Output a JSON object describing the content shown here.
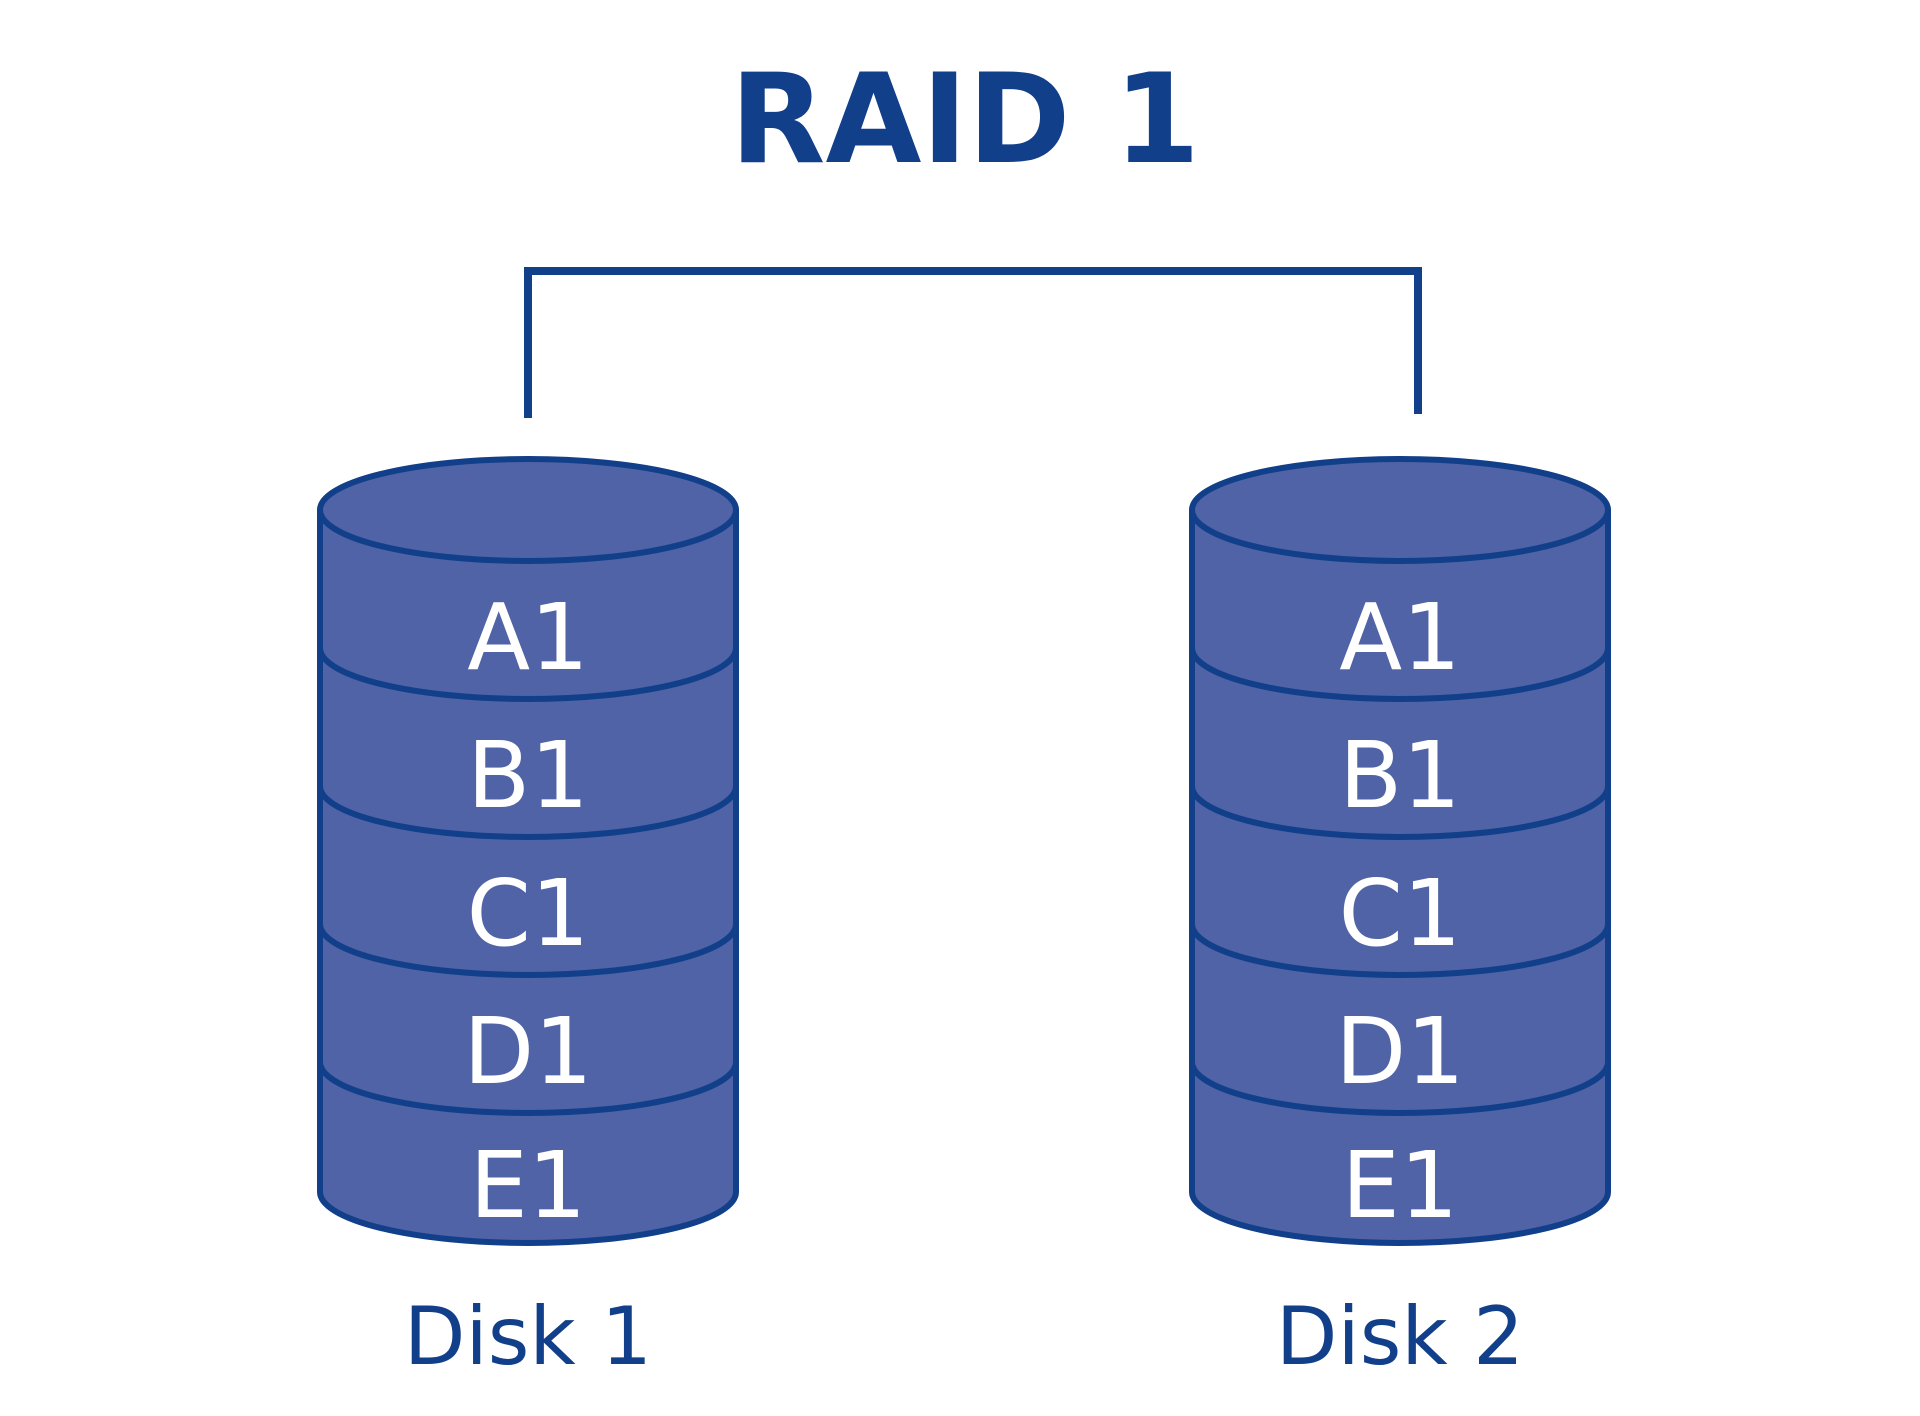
{
  "title": "RAID 1",
  "colors": {
    "primary": "#123f8a",
    "fill": "#4f63a6",
    "block_text": "#ffffff",
    "background": "#ffffff"
  },
  "disks": [
    {
      "label": "Disk 1",
      "blocks": [
        "A1",
        "B1",
        "C1",
        "D1",
        "E1"
      ]
    },
    {
      "label": "Disk 2",
      "blocks": [
        "A1",
        "B1",
        "C1",
        "D1",
        "E1"
      ]
    }
  ]
}
